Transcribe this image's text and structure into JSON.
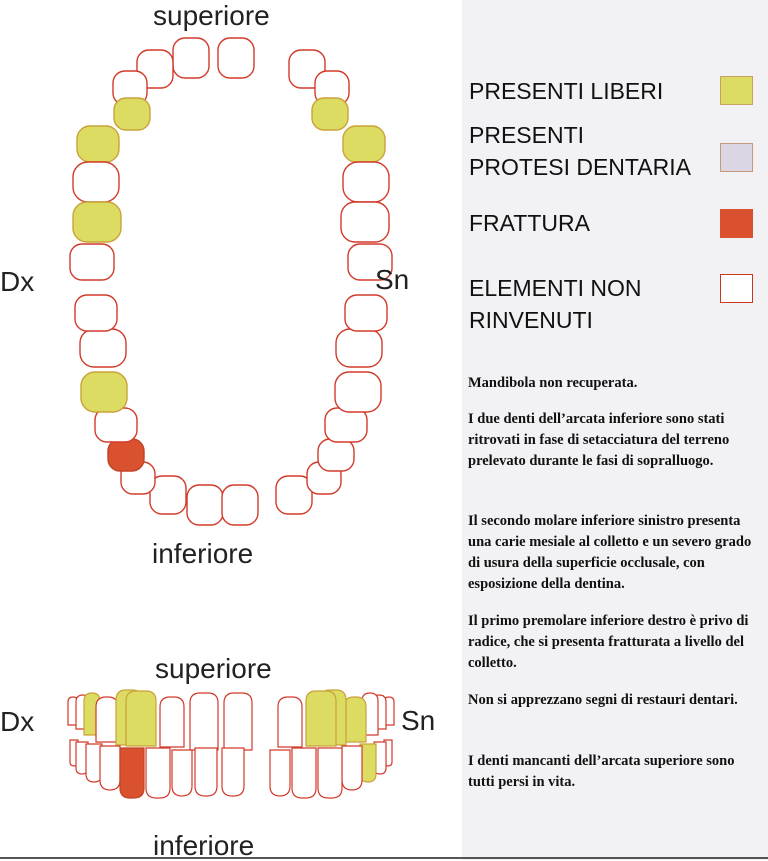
{
  "colors": {
    "free": "#dcdc62",
    "prosthesis": "#dcd6e4",
    "fracture": "#d9512e",
    "missing": "#ffffff",
    "tooth_outline": "#d23a2a",
    "sidebar_bg": "#f2f2f5"
  },
  "labels": {
    "top_superior": "superiore",
    "top_inferior": "inferiore",
    "top_right_side": "Dx",
    "top_left_side": "Sn",
    "bottom_superior": "superiore",
    "bottom_inferior": "inferiore",
    "bottom_right_side": "Dx",
    "bottom_left_side": "Sn"
  },
  "legend": [
    {
      "key": "free",
      "label": "PRESENTI LIBERI"
    },
    {
      "key": "prosthesis",
      "label": "PRESENTI\nPROTESI DENTARIA"
    },
    {
      "key": "fracture",
      "label": "FRATTURA"
    },
    {
      "key": "missing",
      "label": "ELEMENTI NON\nRINVENUTI"
    }
  ],
  "notes": [
    "Mandibola non recuperata.",
    "I due denti dell’arcata inferiore sono stati ritrovati in fase di setacciatura del terreno prelevato durante le fasi di sopralluogo.",
    "Il secondo molare inferiore sinistro presenta una carie mesiale al colletto e un severo grado di usura della superficie occlusale, con esposizione della dentina.",
    "Il primo premolare inferiore destro è privo di radice, che si presenta fratturata a livello del colletto.",
    "Non si apprezzano segni di restauri dentari.",
    "I denti mancanti dell’arcata superiore sono tutti persi in vita."
  ],
  "dental_chart": {
    "upper_right": [
      "missing",
      "missing",
      "missing",
      "free",
      "free",
      "missing",
      "free",
      "missing"
    ],
    "upper_left": [
      "missing",
      "missing",
      "missing",
      "free",
      "free",
      "missing",
      "missing",
      "missing"
    ],
    "lower_right": [
      "missing",
      "missing",
      "missing",
      "fracture",
      "missing",
      "free",
      "missing",
      "missing"
    ],
    "lower_left": [
      "missing",
      "missing",
      "missing",
      "missing",
      "missing",
      "missing",
      "missing",
      "missing"
    ]
  },
  "frontal_view": {
    "upper_right": [
      "missing",
      "missing",
      "free",
      "free",
      "missing",
      "free",
      "missing",
      "missing"
    ],
    "upper_left": [
      "missing",
      "missing",
      "free",
      "free",
      "free",
      "missing",
      "missing",
      "missing"
    ],
    "lower_right": [
      "missing",
      "missing",
      "missing",
      "fracture",
      "missing",
      "missing",
      "missing",
      "missing"
    ],
    "lower_left": [
      "missing",
      "missing",
      "missing",
      "missing",
      "missing",
      "free",
      "missing",
      "missing"
    ]
  }
}
